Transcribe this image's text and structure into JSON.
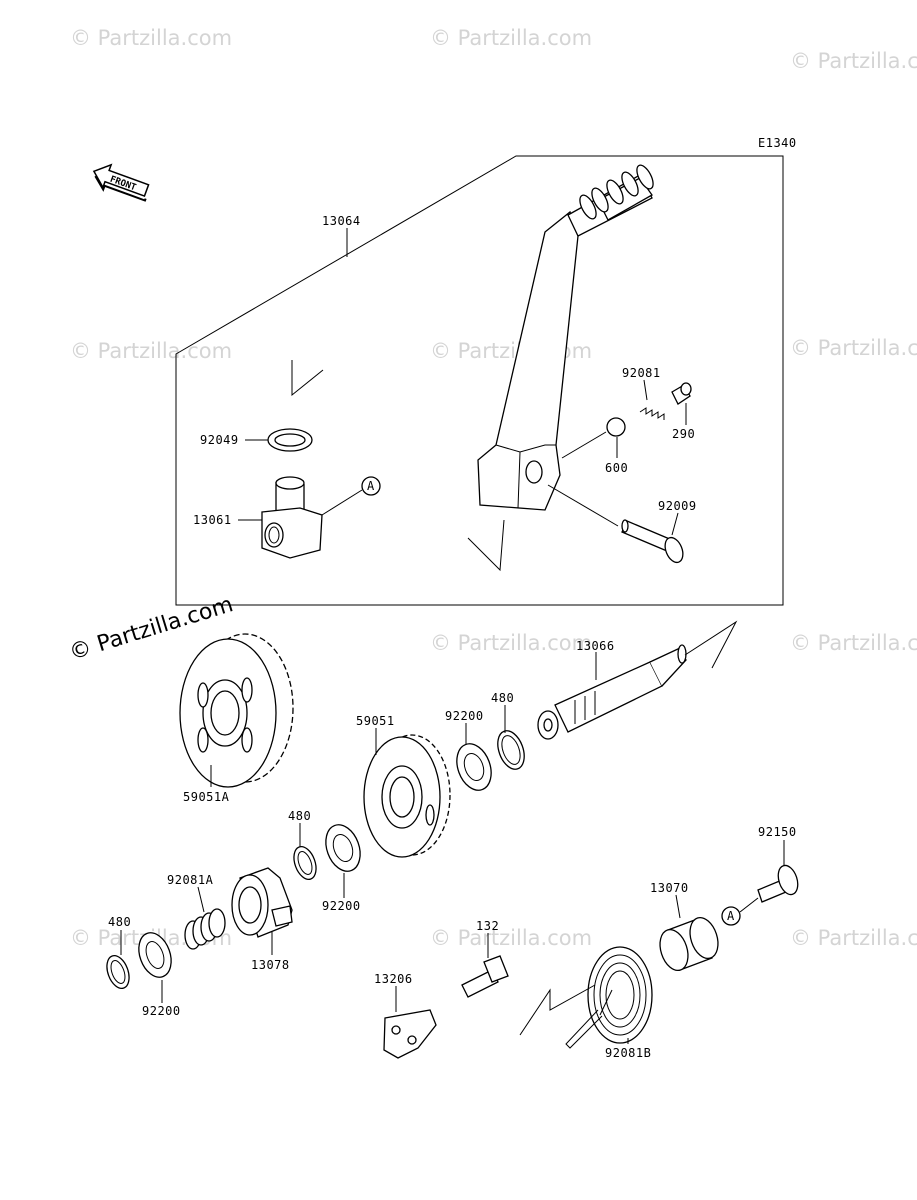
{
  "diagram_code": "E1340",
  "front_label": "FRONT",
  "watermark": "© Partzilla.com",
  "watermark_main": "© Partzilla.com",
  "callout_marker": "A",
  "parts": {
    "kick_pedal_assy": "13064",
    "kick_pedal_shaft_a": "13061",
    "oil_seal": "92049",
    "spring_top": "92081",
    "ball": "600",
    "pin_290": "290",
    "bolt_92009": "92009",
    "gear_59051a": "59051A",
    "gear_59051": "59051",
    "washer_top": "92200",
    "circlip_top": "480",
    "kick_shaft": "13066",
    "circlip_mid": "480",
    "washer_mid": "92200",
    "spring_92081a": "92081A",
    "ratchet_13078": "13078",
    "circlip_bottom": "480",
    "washer_bottom": "92200",
    "bolt_92150": "92150",
    "collar_13070": "13070",
    "bolt_132": "132",
    "plate_13206": "13206",
    "spring_92081b": "92081B"
  }
}
